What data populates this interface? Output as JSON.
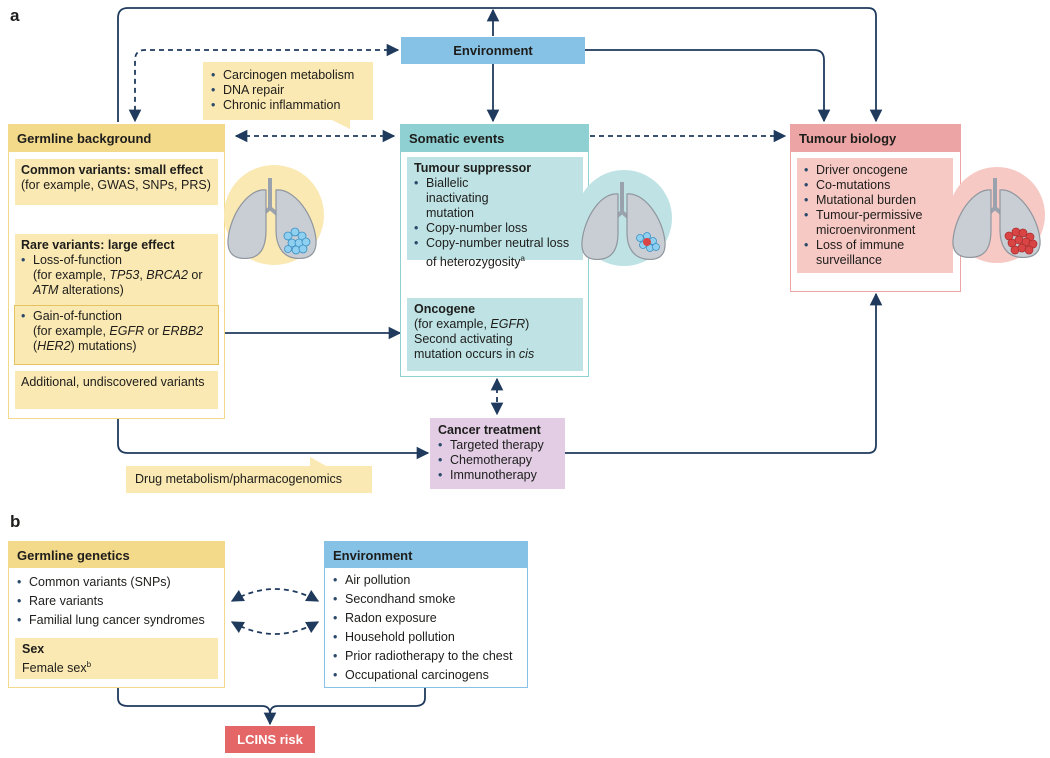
{
  "panels": {
    "a": "a",
    "b": "b"
  },
  "a": {
    "environment": "Environment",
    "env_germline_box": [
      "Carcinogen metabolism",
      "DNA repair",
      "Chronic inflammation"
    ],
    "germline": {
      "header": "Germline background",
      "common_title": "Common variants: small effect",
      "common_text": "(for example, GWAS, SNPs, PRS)",
      "rare_title": "Rare variants: large effect",
      "lof_lines": [
        "Loss-of-function",
        "(for example, ",
        "TP53",
        ", ",
        "BRCA2",
        " or",
        "ATM",
        " alterations)"
      ],
      "gof_lines": [
        "Gain-of-function",
        "(for example, ",
        "EGFR",
        " or ",
        "ERBB2",
        "(",
        "HER2",
        ") mutations)"
      ],
      "additional": "Additional, undiscovered variants"
    },
    "somatic": {
      "header": "Somatic events",
      "ts_title": "Tumour suppressor",
      "ts_items": [
        "Biallelic inactivating mutation",
        "Copy-number loss",
        "Copy-number neutral loss of heterozygosity"
      ],
      "ts_sup": "a",
      "onc_title": "Oncogene",
      "onc_l1a": "(for example, ",
      "onc_l1b": "EGFR",
      "onc_l1c": ")",
      "onc_l2": "Second activating",
      "onc_l3a": "mutation occurs in ",
      "onc_l3b": "cis"
    },
    "tumour": {
      "header": "Tumour biology",
      "items": [
        "Driver oncogene",
        "Co-mutations",
        "Mutational burden",
        "Tumour-permissive microenvironment",
        "Loss of immune surveillance"
      ]
    },
    "treatment": {
      "title": "Cancer treatment",
      "items": [
        "Targeted therapy",
        "Chemotherapy",
        "Immunotherapy"
      ]
    },
    "drug": "Drug metabolism/pharmacogenomics"
  },
  "b": {
    "germline": {
      "header": "Germline genetics",
      "items": [
        "Common variants (SNPs)",
        "Rare variants",
        "Familial lung cancer syndromes"
      ],
      "sex_title": "Sex",
      "sex_text": "Female sex",
      "sex_sup": "b"
    },
    "environment": {
      "header": "Environment",
      "items": [
        "Air pollution",
        "Secondhand smoke",
        "Radon exposure",
        "Household pollution",
        "Prior radiotherapy to the chest",
        "Occupational carcinogens"
      ]
    },
    "risk": "LCINS risk"
  },
  "colors": {
    "navy": "#1f3a5c",
    "env_blue": "#86c1e6",
    "germline_yellow": "#f3d98a",
    "cream": "#fbe9b3",
    "somatic_teal": "#8fd0d3",
    "mint": "#bfe3e5",
    "tumour_pink": "#eca5a4",
    "rose": "#f7c9c5",
    "treatment_lav": "#d9bfe0",
    "risk_red": "#e46666"
  }
}
